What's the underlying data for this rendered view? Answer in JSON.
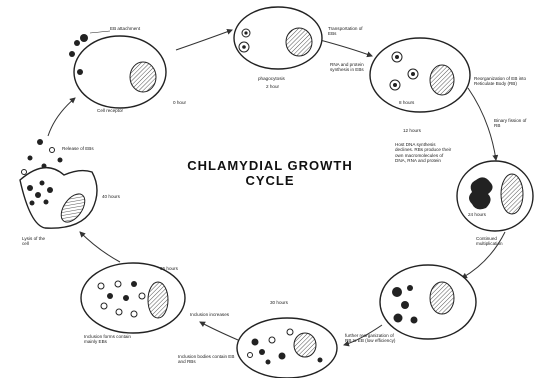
{
  "diagram": {
    "title_line1": "CHLAMYDIAL GROWTH",
    "title_line2": "CYCLE",
    "labels": {
      "eb_attachment": "EB attachment",
      "cell_receptor": "Cell receptor",
      "time_0": "0 hour",
      "phagocytosis": "phagocytosis",
      "time_2": "2 hour",
      "transport_ebs": "Transportation of EBs",
      "rna_protein_synthesis": "RNA and protein synthesis in EBs",
      "time_8": "8 hours",
      "reorganization_ebs": "Reorganization of EB into Reticulate Body (RB)",
      "binary_fission": "Binary fission of RB",
      "time_12": "12 hours",
      "rb_synthesis": "Host DNA synthesis declines. RBs produce their own macromolecules of DNA, RNA and protein",
      "time_24": "24 hours",
      "continued_multiplication": "Continued multiplication",
      "further_reorganization": "further reorganization of RB to EB (low efficiency)",
      "time_30": "30 hours",
      "inclusion_bodies": "Inclusion bodies contain EB and RBs",
      "time_36": "36 hours",
      "inclusion_increase": "Inclusion increases",
      "inclusion_mature": "Inclusion forms contain mainly EBs",
      "time_40": "40 hours",
      "release_ebs": "Release of EBs",
      "lysis_cell": "Lysis of the cell"
    }
  }
}
